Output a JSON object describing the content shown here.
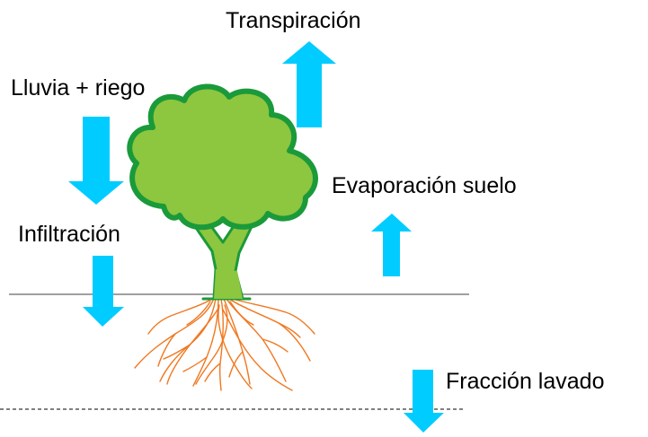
{
  "labels": {
    "transpiration": "Transpiración",
    "rain_irrigation": "Lluvia + riego",
    "soil_evaporation": "Evaporación suelo",
    "infiltration": "Infiltración",
    "leaching_fraction": "Fracción lavado"
  },
  "colors": {
    "arrow": "#00ccff",
    "tree_crown_fill": "#8dc63f",
    "tree_crown_outline": "#1a9a3a",
    "trunk_fill": "#8dc63f",
    "roots": "#f07820",
    "ground_line": "#808080",
    "dashed_line": "#000000"
  },
  "icons": {
    "tree": "tree-icon",
    "roots": "roots-icon"
  }
}
